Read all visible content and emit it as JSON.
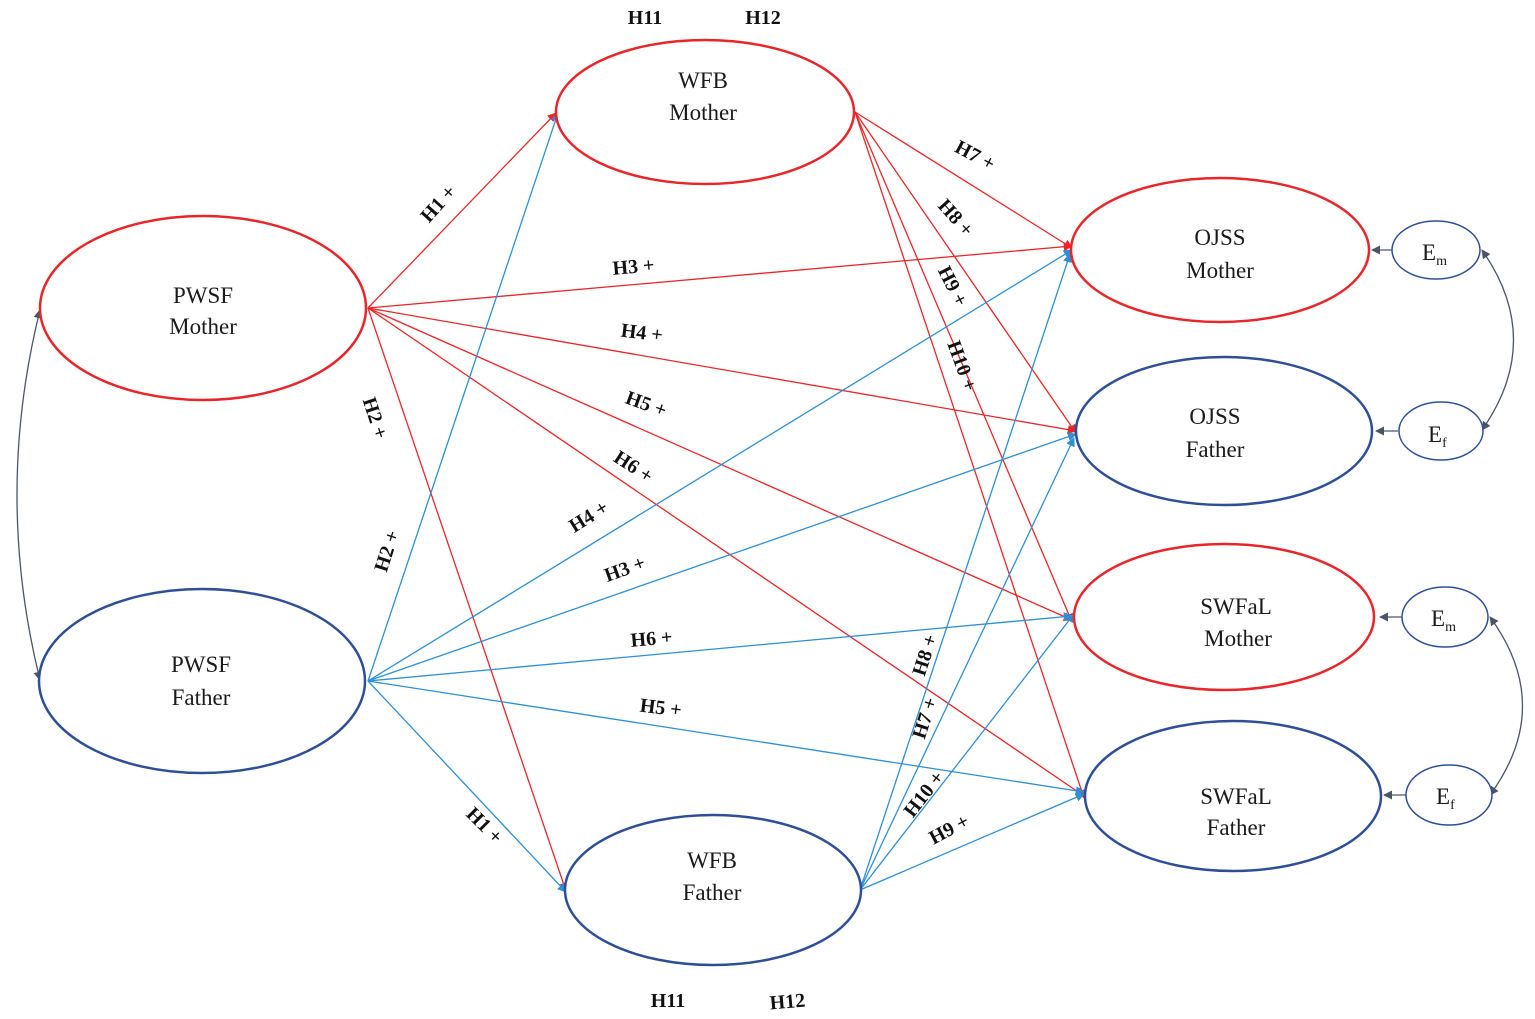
{
  "colors": {
    "mother": "#e8262a",
    "father": "#2e4f97",
    "mother_path": "#e8262a",
    "father_path": "#2d8fd4",
    "error_link": "#4a5568"
  },
  "nodes": {
    "pwsf_mother": {
      "line1": "PWSF",
      "line2": "Mother",
      "group": "mother"
    },
    "pwsf_father": {
      "line1": "PWSF",
      "line2": "Father",
      "group": "father"
    },
    "wfb_mother": {
      "line1": "WFB",
      "line2": "Mother",
      "group": "mother"
    },
    "wfb_father": {
      "line1": "WFB",
      "line2": "Father",
      "group": "father"
    },
    "ojss_mother": {
      "line1": "OJSS",
      "line2": "Mother",
      "group": "mother"
    },
    "ojss_father": {
      "line1": "OJSS",
      "line2": "Father",
      "group": "father"
    },
    "swfal_mother": {
      "line1": "SWFaL",
      "line2": "Mother",
      "group": "mother"
    },
    "swfal_father": {
      "line1": "SWFaL",
      "line2": "Father",
      "group": "father"
    }
  },
  "errors": {
    "e1": {
      "base": "E",
      "sub": "m"
    },
    "e2": {
      "base": "E",
      "sub": "f"
    },
    "e3": {
      "base": "E",
      "sub": "m"
    },
    "e4": {
      "base": "E",
      "sub": "f"
    }
  },
  "hypotheses": {
    "h1_mother": "H1 +",
    "h2_mother": "H2 +",
    "h3_mother": "H3 +",
    "h4_mother": "H4 +",
    "h5_mother": "H5 +",
    "h6_mother": "H6 +",
    "h7_mother": "H7 +",
    "h8_mother": "H8 +",
    "h9_mother": "H9 +",
    "h10_mother": "H10 +",
    "h1_father": "H1  +",
    "h2_father": "H2 +",
    "h3_father": "H3 +",
    "h4_father": "H4 +",
    "h5_father": "H5 +",
    "h6_father": "H6 +",
    "h7_father": "H7 +",
    "h8_father": "H8 +",
    "h9_father": "H9 +",
    "h10_father": "H10 +",
    "h11_top": "H11",
    "h12_top": "H12",
    "h11_bottom": "H11",
    "h12_bottom": "H12"
  }
}
